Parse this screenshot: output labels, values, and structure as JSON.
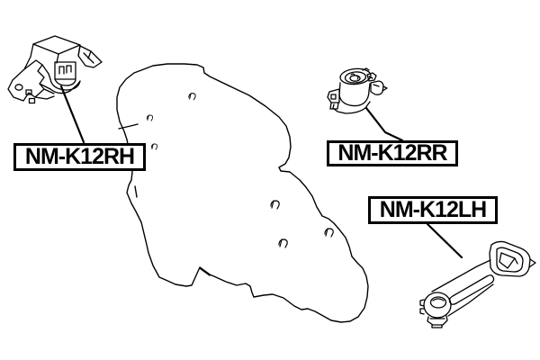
{
  "diagram": {
    "background_color": "#ffffff",
    "line_color": "#000000",
    "labels": [
      {
        "id": "rh",
        "part_number": "NM-K12RH",
        "position": "top-left"
      },
      {
        "id": "rr",
        "part_number": "NM-K12RR",
        "position": "middle-right"
      },
      {
        "id": "lh",
        "part_number": "NM-K12LH",
        "position": "bottom-right"
      }
    ],
    "parts": [
      {
        "name": "right-engine-mount",
        "label": "NM-K12RH"
      },
      {
        "name": "rear-engine-mount-bushing",
        "label": "NM-K12RR"
      },
      {
        "name": "left-engine-mount-torque-rod",
        "label": "NM-K12LH"
      }
    ]
  }
}
